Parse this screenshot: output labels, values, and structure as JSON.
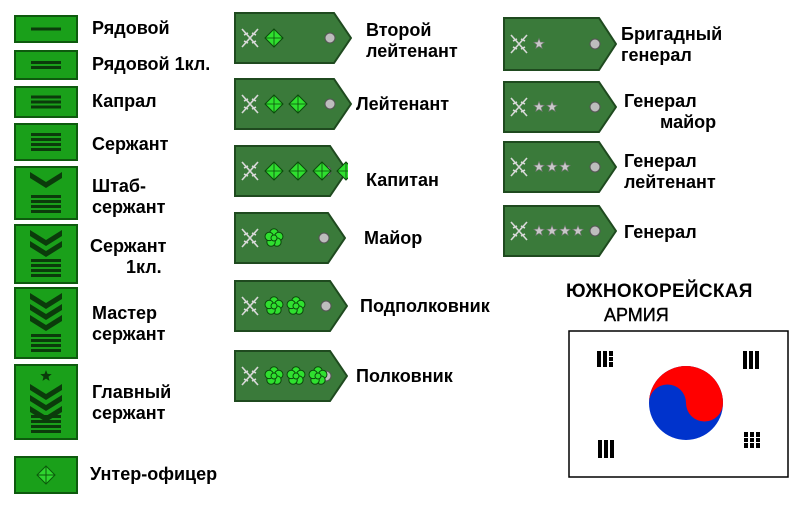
{
  "enlisted": [
    {
      "lines": [
        "Рядовой"
      ],
      "stripes": 1,
      "chevrons": 0,
      "star": false
    },
    {
      "lines": [
        "Рядовой 1кл."
      ],
      "stripes": 2,
      "chevrons": 0,
      "star": false
    },
    {
      "lines": [
        "Капрал"
      ],
      "stripes": 3,
      "chevrons": 0,
      "star": false
    },
    {
      "lines": [
        "Сержант"
      ],
      "stripes": 4,
      "chevrons": 0,
      "star": false
    },
    {
      "lines": [
        "Штаб-",
        "сержант"
      ],
      "stripes": 4,
      "chevrons": 1,
      "star": false
    },
    {
      "lines": [
        "Сержант",
        "1кл."
      ],
      "stripes": 4,
      "chevrons": 2,
      "star": false
    },
    {
      "lines": [
        "Мастер",
        "сержант"
      ],
      "stripes": 4,
      "chevrons": 3,
      "star": false
    },
    {
      "lines": [
        "Главный",
        "сержант"
      ],
      "stripes": 4,
      "chevrons": 3,
      "star": true
    },
    {
      "lines": [
        "Унтер-офицер"
      ],
      "stripes": 0,
      "chevrons": 0,
      "star": false,
      "diamond": true
    }
  ],
  "officers": [
    {
      "lines": [
        "Второй",
        "лейтенант"
      ],
      "insignia": "diamond",
      "count": 1
    },
    {
      "lines": [
        "Лейтенант"
      ],
      "insignia": "diamond",
      "count": 2
    },
    {
      "lines": [
        "Капитан"
      ],
      "insignia": "diamond",
      "count": 4
    },
    {
      "lines": [
        "Майор"
      ],
      "insignia": "blossom",
      "count": 1
    },
    {
      "lines": [
        "Подполковник"
      ],
      "insignia": "blossom",
      "count": 2
    },
    {
      "lines": [
        "Полковник"
      ],
      "insignia": "blossom",
      "count": 3
    }
  ],
  "generals": [
    {
      "lines": [
        "Бригадный",
        "генерал"
      ],
      "insignia": "star",
      "count": 1
    },
    {
      "lines": [
        "Генерал",
        "майор"
      ],
      "insignia": "star",
      "count": 2
    },
    {
      "lines": [
        "Генерал",
        "лейтенант"
      ],
      "insignia": "star",
      "count": 3
    },
    {
      "lines": [
        "Генерал"
      ],
      "insignia": "star",
      "count": 4
    }
  ],
  "title": {
    "line1": "ЮЖНОКОРЕЙСКАЯ",
    "line2": "АРМИЯ"
  },
  "flag": {
    "yin_color": "#ff0000",
    "yang_color": "#0033cc"
  },
  "colors": {
    "patch": "#1aa01a",
    "patch_dark": "#0e5a0e",
    "strap": "#3a7a3a",
    "strap_dark": "#1f4a1f"
  }
}
